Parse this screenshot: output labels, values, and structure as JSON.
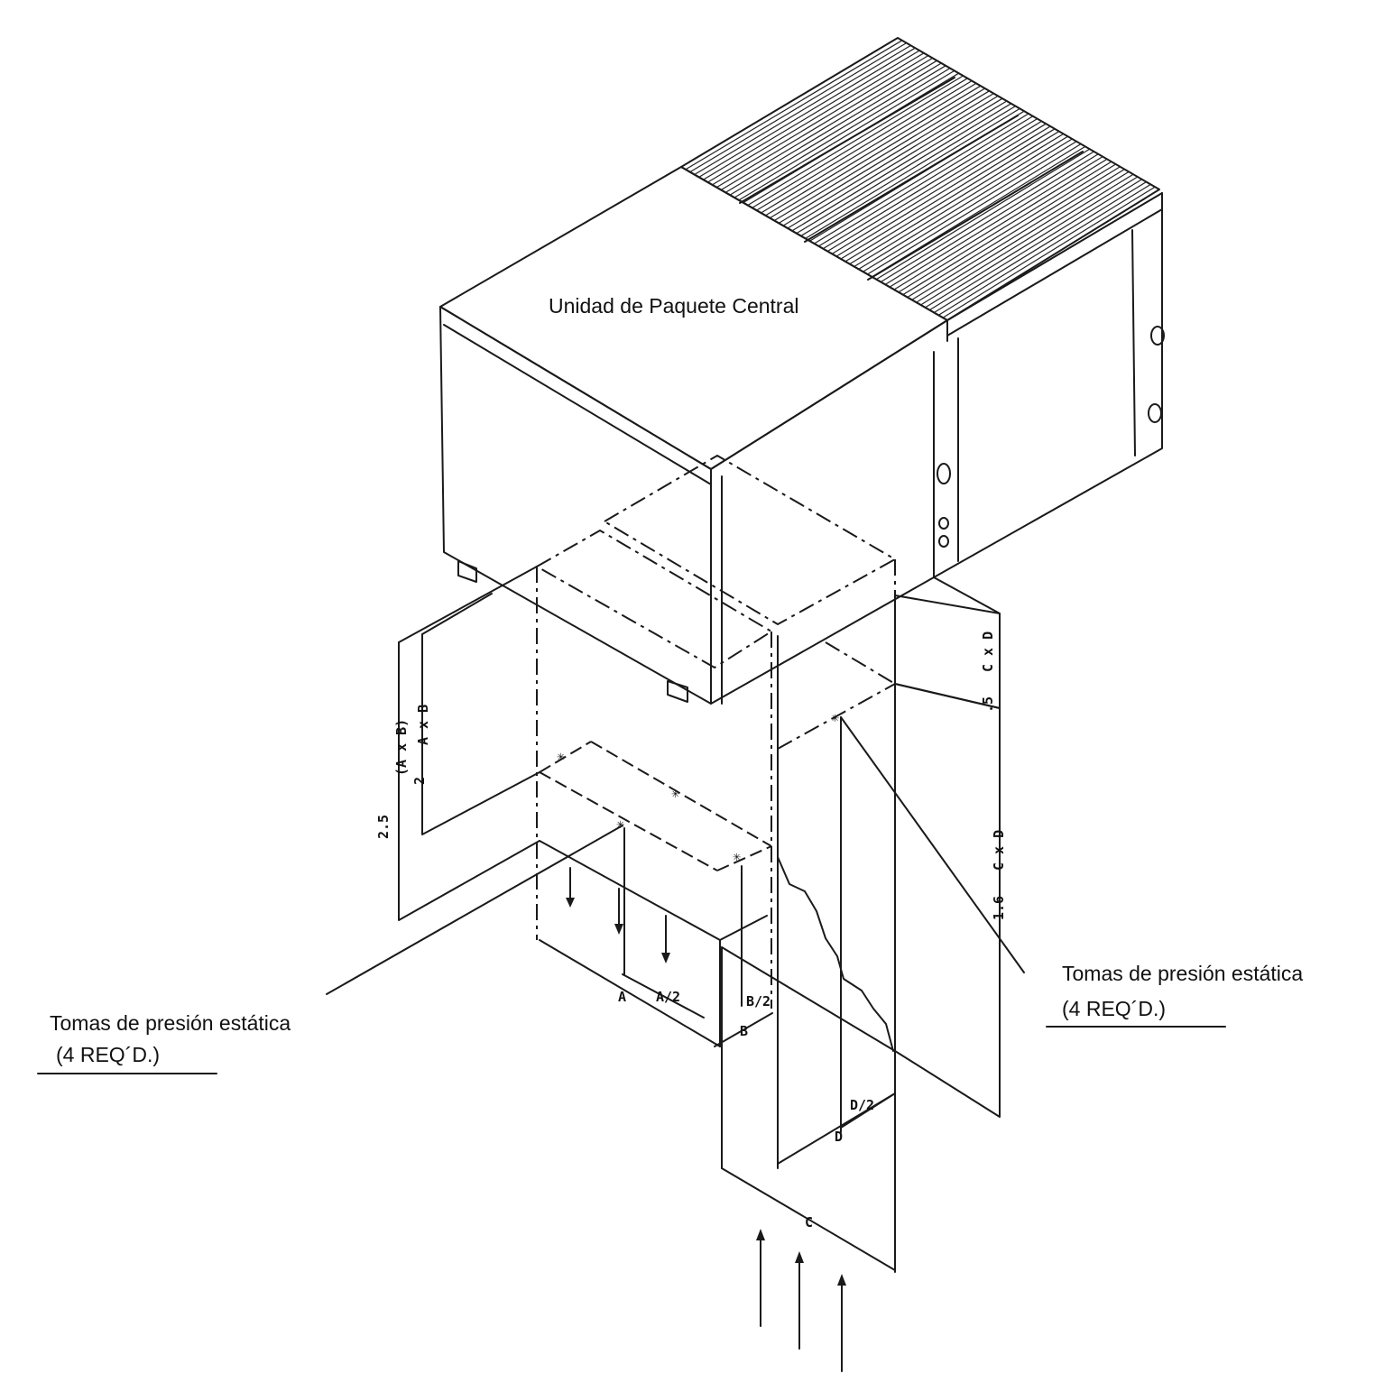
{
  "labels": {
    "unit_title": "Unidad de Paquete Central",
    "left_taps": "Tomas de presión estática",
    "left_taps_req": "(4 REQ´D.)",
    "right_taps": "Tomas de presión estática",
    "right_taps_req": "(4 REQ´D.)"
  },
  "dimensions": {
    "a": "A",
    "a_half": "A/2",
    "b": "B",
    "b_half": "B/2",
    "c": "C",
    "d": "D",
    "d_half": "D/2",
    "left_outer": "2.5",
    "left_outer_expr": "(A x B)",
    "left_inner": "2",
    "left_inner_expr": "A x B",
    "right_upper": ".5",
    "right_upper_expr": "C x D",
    "right_lower": "1.6",
    "right_lower_expr": "C x D"
  }
}
